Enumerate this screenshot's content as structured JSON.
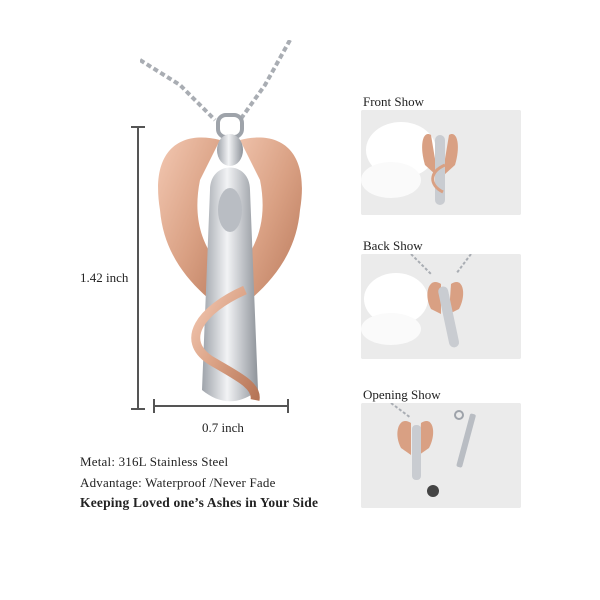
{
  "dimensions": {
    "height_label": "1.42 inch",
    "width_label": "0.7 inch"
  },
  "specs": {
    "metal": "Metal: 316L Stainless Steel",
    "advantage": "Advantage: Waterproof /Never Fade",
    "tagline": "Keeping Loved one’s Ashes in Your Side"
  },
  "views": [
    {
      "title": "Front  Show"
    },
    {
      "title": "Back  Show"
    },
    {
      "title": "Opening  Show"
    }
  ],
  "colors": {
    "rose_gold": "#d9a083",
    "silver": "#c9ccd1",
    "thumb_bg": "#ececec"
  }
}
